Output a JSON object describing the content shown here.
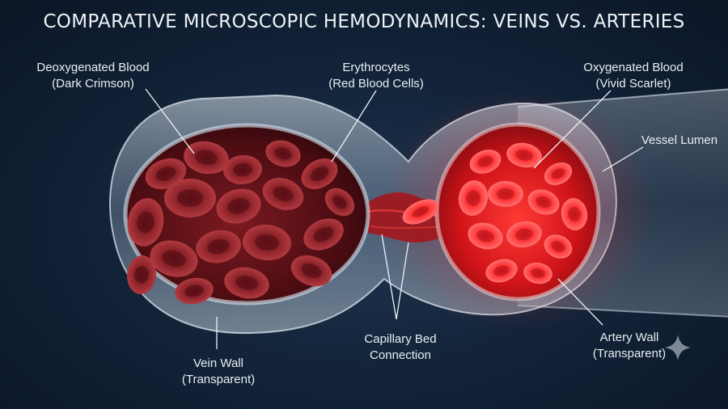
{
  "title": "COMPARATIVE MICROSCOPIC HEMODYNAMICS: VEINS VS. ARTERIES",
  "labels": {
    "deoxygenated": {
      "line1": "Deoxygenated Blood",
      "line2": "(Dark Crimson)"
    },
    "erythrocytes": {
      "line1": "Erythrocytes",
      "line2": "(Red Blood Cells)"
    },
    "oxygenated": {
      "line1": "Oxygenated Blood",
      "line2": "(Vivid Scarlet)"
    },
    "lumen": {
      "line1": "Vessel Lumen"
    },
    "vein_wall": {
      "line1": "Vein Wall",
      "line2": "(Transparent)"
    },
    "capillary": {
      "line1": "Capillary Bed",
      "line2": "Connection"
    },
    "artery_wall": {
      "line1": "Artery Wall",
      "line2": "(Transparent)"
    }
  },
  "colors": {
    "background": "#13243a",
    "vein_blood": "#5a0f14",
    "vein_cell": "#8e2228",
    "artery_blood": "#c8141a",
    "artery_cell": "#ff3b3b",
    "vessel_wall": "#b9c8d8"
  }
}
